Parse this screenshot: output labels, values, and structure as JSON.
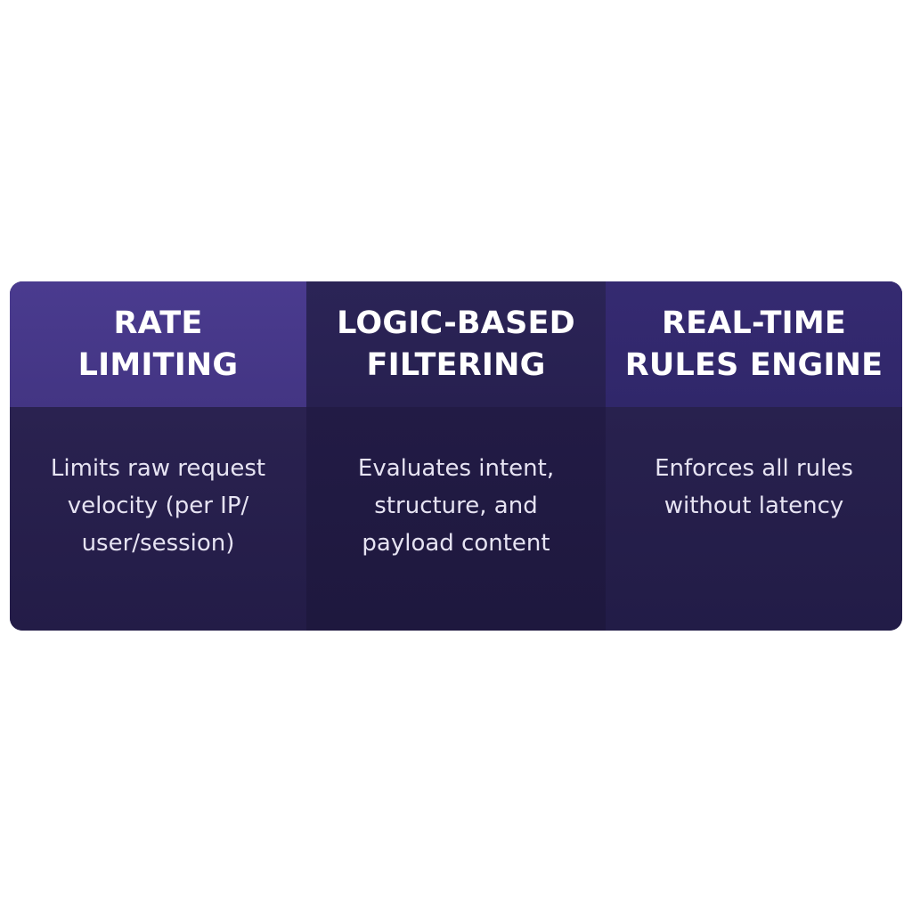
{
  "columns": [
    {
      "title": "RATE\nLIMITING",
      "description": "Limits raw request\nvelocity (per IP/\nuser/session)"
    },
    {
      "title": "LOGIC-BASED\nFILTERING",
      "description": "Evaluates intent,\nstructure, and\npayload content"
    },
    {
      "title": "REAL-TIME\nRULES ENGINE",
      "description": "Enforces all rules\nwithout latency"
    }
  ],
  "colors": {
    "header_1": "#463887",
    "header_2": "#292253",
    "header_3": "#33286d",
    "body": "#231c47",
    "text": "#ffffff"
  }
}
